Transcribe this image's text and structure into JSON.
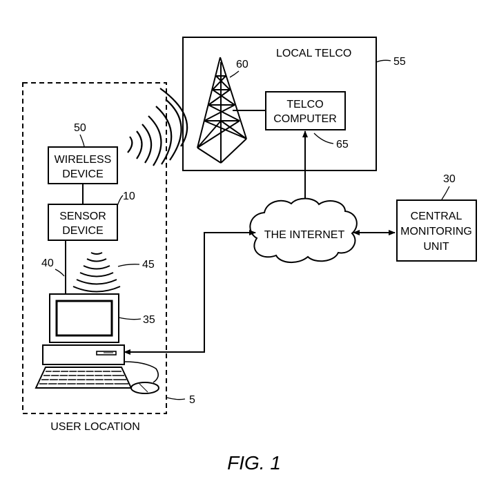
{
  "labels": {
    "local_telco": "LOCAL TELCO",
    "telco_computer_1": "TELCO",
    "telco_computer_2": "COMPUTER",
    "wireless_device_1": "WIRELESS",
    "wireless_device_2": "DEVICE",
    "sensor_device_1": "SENSOR",
    "sensor_device_2": "DEVICE",
    "internet": "THE INTERNET",
    "cmu_1": "CENTRAL",
    "cmu_2": "MONITORING",
    "cmu_3": "UNIT",
    "user_location": "USER LOCATION"
  },
  "refs": {
    "r55": "55",
    "r60": "60",
    "r65": "65",
    "r50": "50",
    "r10": "10",
    "r30": "30",
    "r40": "40",
    "r45": "45",
    "r35": "35",
    "r5": "5"
  },
  "caption": "FIG. 1"
}
